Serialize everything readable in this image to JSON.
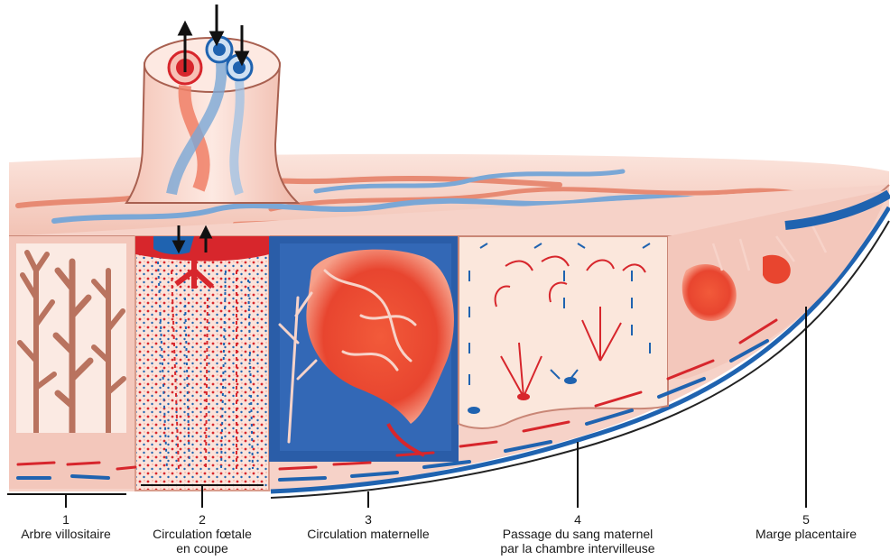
{
  "labels": [
    {
      "number": "1",
      "text": "Arbre villositaire"
    },
    {
      "number": "2",
      "text_line1": "Circulation fœtale",
      "text_line2": "en coupe"
    },
    {
      "number": "3",
      "text": "Circulation maternelle"
    },
    {
      "number": "4",
      "text_line1": "Passage du sang maternel",
      "text_line2": "par la chambre intervilleuse"
    },
    {
      "number": "5",
      "text": "Marge placentaire"
    }
  ],
  "colors": {
    "tissue": "#f6d2c8",
    "tissue_dark": "#e7a493",
    "artery_red": "#d7262c",
    "vein_blue": "#1f63b0",
    "villus_brown": "#b9735f",
    "chamber": "#fbe7dc"
  }
}
